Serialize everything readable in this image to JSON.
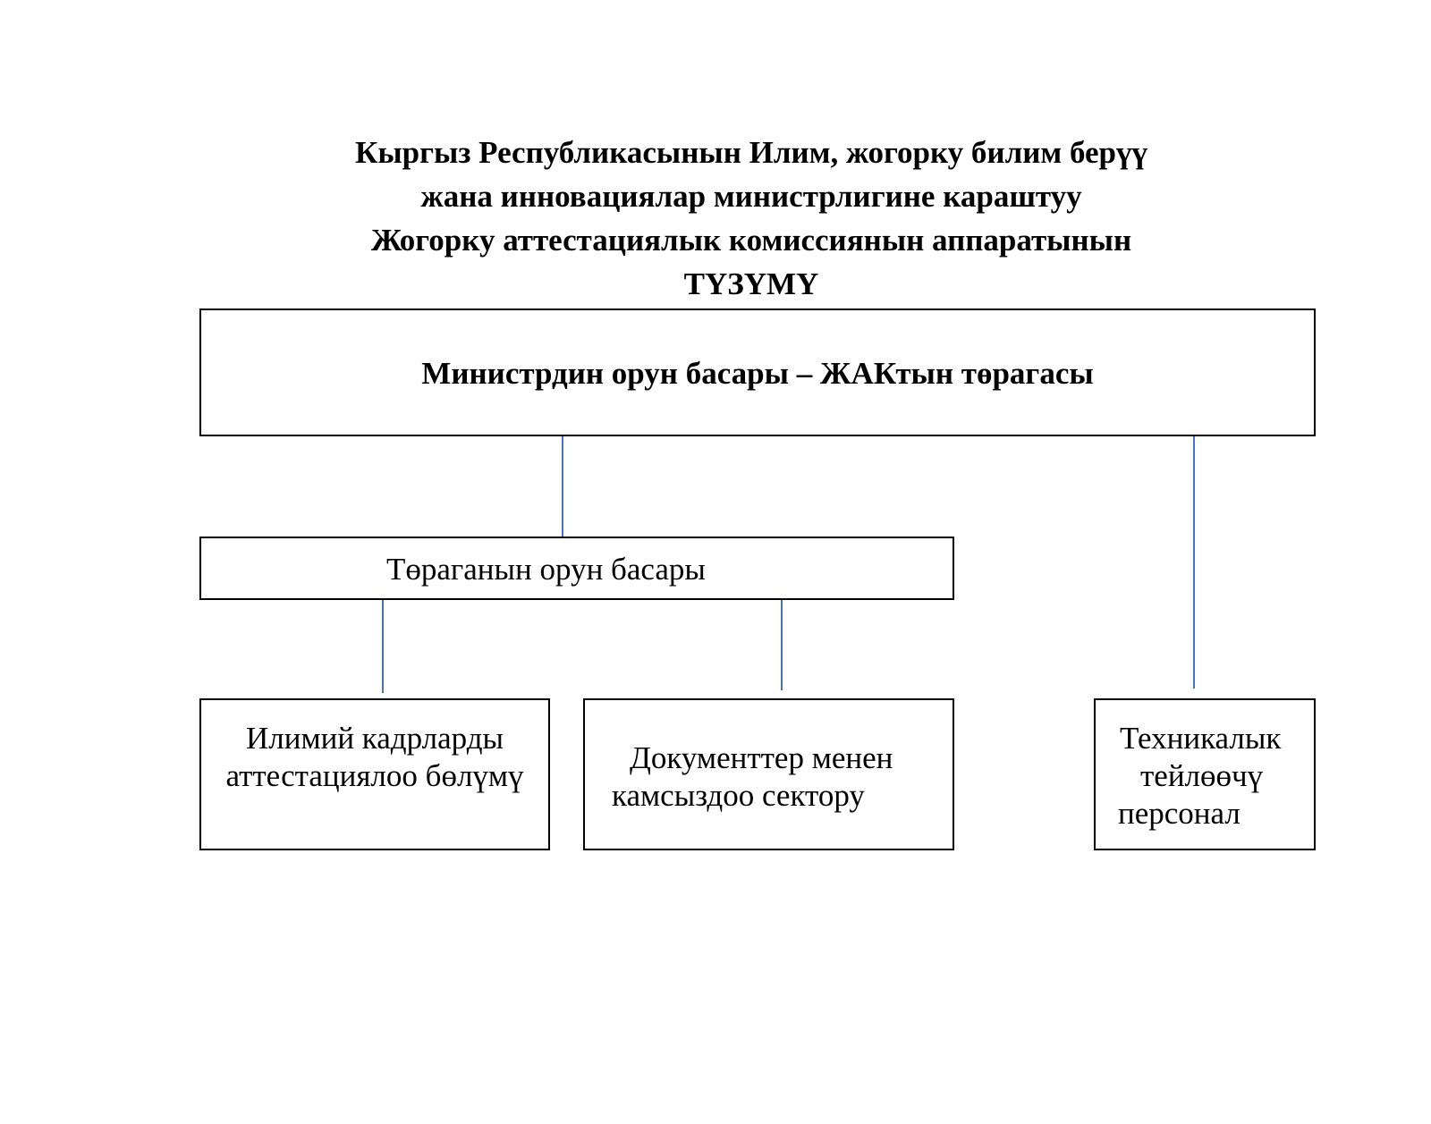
{
  "title": {
    "lines": [
      "Кыргыз Республикасынын Илим, жогорку билим берүү",
      "жана инновациялар министрлигине караштуу",
      "Жогорку аттестациялык комиссиянын аппаратынын",
      "ТҮЗҮМҮ"
    ]
  },
  "nodes": {
    "chairman": "Министрдин орун басары – ЖАКтын төрагасы",
    "deputy": "Төраганын орун басары",
    "attestation_dept": [
      "Илимий кадрларды",
      "аттестациялоо бөлүмү"
    ],
    "documents_sector": [
      "Документтер менен",
      "камсыздоо сектору"
    ],
    "tech_staff": [
      "Техникалык",
      "тейлөөчү",
      "персонал"
    ]
  },
  "colors": {
    "connector": "#4a74b8",
    "border": "#000000"
  }
}
